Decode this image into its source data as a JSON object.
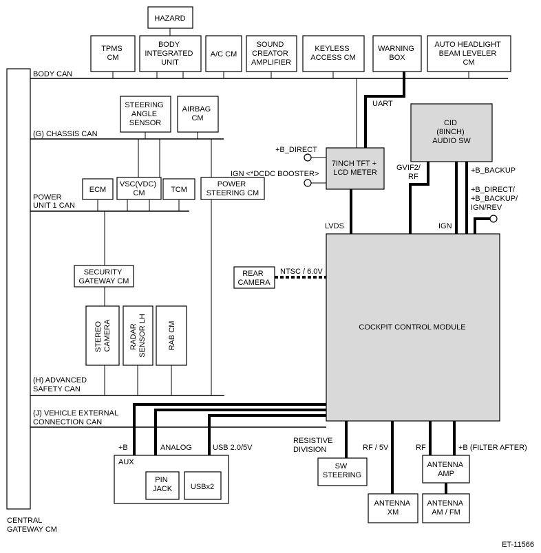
{
  "figure_id": "ET-11566",
  "buses": {
    "body": "BODY CAN",
    "chassis": "(G) CHASSIS CAN",
    "power_unit": [
      "POWER",
      "UNIT 1 CAN"
    ],
    "adas": [
      "(H) ADVANCED",
      "SAFETY CAN"
    ],
    "vehicle_external": [
      "(J) VEHICLE EXTERNAL",
      "CONNECTION CAN"
    ]
  },
  "central_gateway": [
    "CENTRAL",
    "GATEWAY CM"
  ],
  "body_modules": {
    "hazard": [
      "HAZARD"
    ],
    "tpms": [
      "TPMS",
      "CM"
    ],
    "body_integrated": [
      "BODY",
      "INTEGRATED",
      "UNIT"
    ],
    "ac": [
      "A/C CM"
    ],
    "sound_creator": [
      "SOUND",
      "CREATOR",
      "AMPLIFIER"
    ],
    "keyless": [
      "KEYLESS",
      "ACCESS CM"
    ],
    "warning_box": [
      "WARNING",
      "BOX"
    ],
    "headlight": [
      "AUTO HEADLIGHT",
      "BEAM LEVELER",
      "CM"
    ]
  },
  "chassis_modules": {
    "steering_angle": [
      "STEERING",
      "ANGLE",
      "SENSOR"
    ],
    "airbag": [
      "AIRBAG",
      "CM"
    ]
  },
  "powertrain_modules": {
    "ecm": [
      "ECM"
    ],
    "vsc": [
      "VSC(VDC)",
      "CM"
    ],
    "tcm": [
      "TCM"
    ],
    "power_steering": [
      "POWER",
      "STEERING CM"
    ]
  },
  "security_gateway": [
    "SECURITY",
    "GATEWAY CM"
  ],
  "adas_modules": {
    "stereo_camera": [
      "STEREO",
      "CAMERA"
    ],
    "radar_sensor": [
      "RADAR",
      "SENSOR LH"
    ],
    "rab": [
      "RAB CM"
    ]
  },
  "meter": {
    "title": [
      "7INCH TFT +",
      "LCD METER"
    ],
    "b_direct": "+B_DIRECT",
    "ign": "IGN <*DCDC BOOSTER>",
    "uart": "UART",
    "lvds": "LVDS"
  },
  "cid": {
    "title": [
      "CID",
      "(8INCH)",
      "AUDIO SW"
    ],
    "gvif": [
      "GVIF2/",
      "RF"
    ],
    "ign": "IGN",
    "b_backup": "+B_BACKUP",
    "power_labels": [
      "+B_DIRECT/",
      "+B_BACKUP/",
      "IGN/REV"
    ]
  },
  "rear_camera": {
    "title": [
      "REAR",
      "CAMERA"
    ],
    "link": "NTSC / 6.0V"
  },
  "ccm": "COCKPIT CONTROL MODULE",
  "aux": {
    "title": "AUX",
    "b": "+B",
    "analog": "ANALOG",
    "usb_label": "USB 2.0/5V",
    "pin_jack": [
      "PIN",
      "JACK"
    ],
    "usb": [
      "USBx2"
    ]
  },
  "sw_steering": {
    "title": [
      "SW",
      "STEERING"
    ],
    "label": [
      "RESISTIVE",
      "DIVISION"
    ]
  },
  "antenna_xm": {
    "title": [
      "ANTENNA",
      "XM"
    ],
    "label": "RF / 5V"
  },
  "antenna_amp": {
    "title": [
      "ANTENNA",
      "AMP"
    ],
    "rf": "RF",
    "b_filter": "+B (FILTER AFTER)"
  },
  "antenna_amfm": [
    "ANTENNA",
    "AM / FM"
  ]
}
